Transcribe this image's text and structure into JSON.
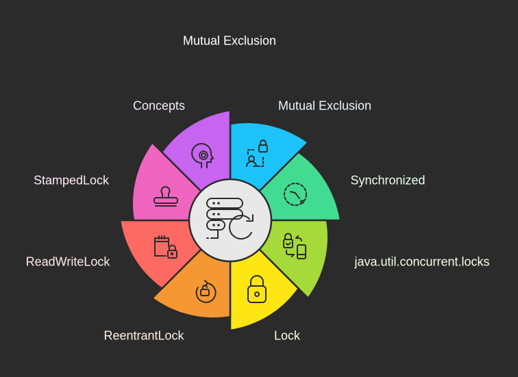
{
  "title": "Mutual Exclusion",
  "center_icon": "server-refresh-icon",
  "segments": [
    {
      "label": "Mutual Exclusion",
      "color": "#1cc4fb",
      "label_color": "#eaf7ff",
      "icon": "user-lock-icon"
    },
    {
      "label": "Synchronized",
      "color": "#41dc92",
      "label_color": "#eafff3",
      "icon": "timer-icon"
    },
    {
      "label": "java.util.concurrent.locks",
      "color": "#a6d93a",
      "label_color": "#f6ffe6",
      "icon": "lock-device-sync-icon"
    },
    {
      "label": "Lock",
      "color": "#fde614",
      "label_color": "#fffbe0",
      "icon": "padlock-icon"
    },
    {
      "label": "ReentrantLock",
      "color": "#f59733",
      "label_color": "#fff1e4",
      "icon": "reentrant-unlock-icon"
    },
    {
      "label": "ReadWriteLock",
      "color": "#fd6a63",
      "label_color": "#ffecea",
      "icon": "calendar-lock-icon"
    },
    {
      "label": "StampedLock",
      "color": "#f065c0",
      "label_color": "#ffeaf7",
      "icon": "stamp-icon"
    },
    {
      "label": "Concepts",
      "color": "#c764f0",
      "label_color": "#f6eaff",
      "icon": "head-gear-icon"
    }
  ]
}
